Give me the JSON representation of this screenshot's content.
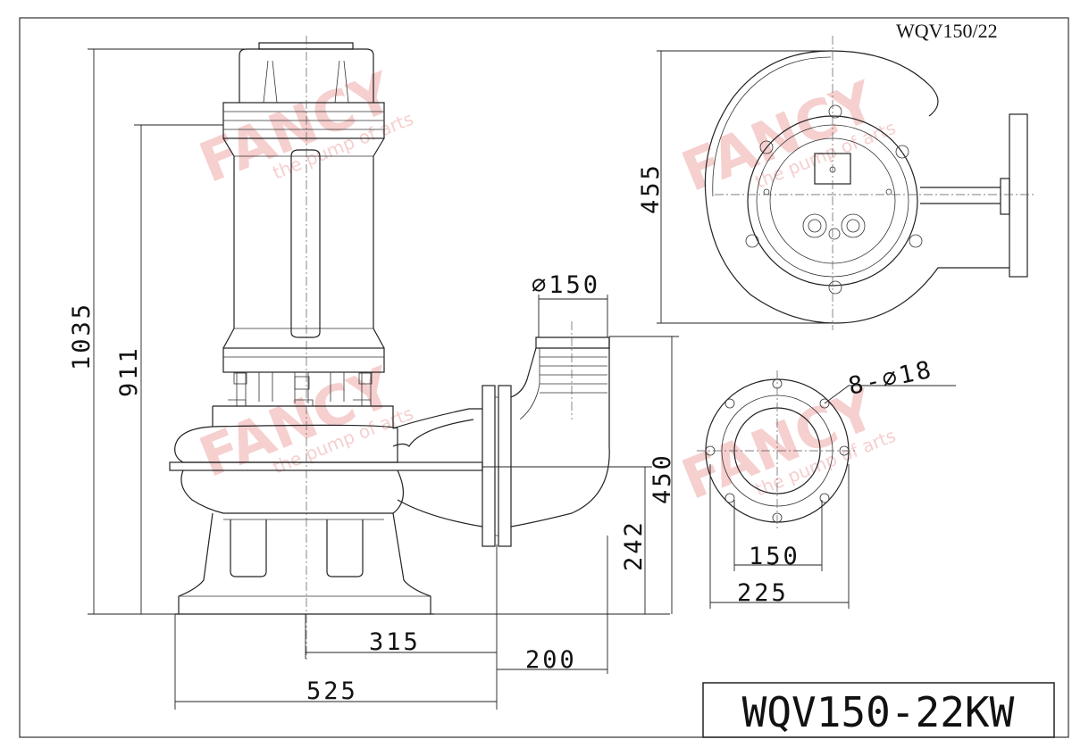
{
  "header": {
    "model_code": "WQV150/22"
  },
  "title_block": {
    "model": "WQV150-22KW"
  },
  "watermark": {
    "brand": "FANCY",
    "slogan": "the pump of arts",
    "color": "#f4c4c4"
  },
  "dimensions": {
    "total_height": "1035",
    "motor_height": "911",
    "top_view_width": "455",
    "outlet_height": "450",
    "flange_center_height": "242",
    "outlet_diameter": "⌀150",
    "bolt_holes": "8-⌀18",
    "flange_inner": "150",
    "flange_outer": "225",
    "center_to_flange": "315",
    "flange_to_outlet": "200",
    "base_to_flange": "525"
  }
}
